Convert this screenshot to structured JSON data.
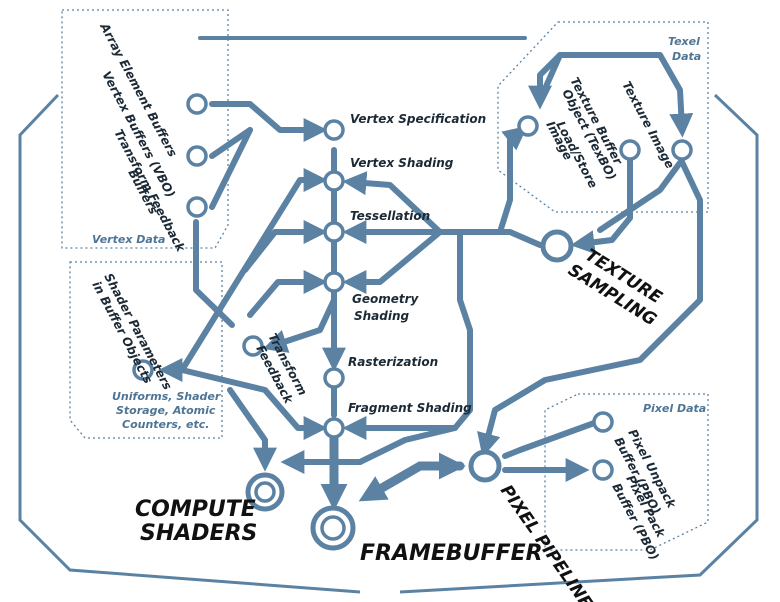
{
  "groups": {
    "vertex_data": "Vertex Data",
    "texel_data_line1": "Texel",
    "texel_data_line2": "Data",
    "pixel_data": "Pixel Data"
  },
  "buffers": {
    "array_element": "Array Element Buffers",
    "vertex_vbo": "Vertex Buffers (VBO)",
    "transform_feedback_l1": "Transform Feedback",
    "transform_feedback_l2": "Buffers",
    "shader_params_l1": "Shader Parameters",
    "shader_params_l2": "in Buffer Objects",
    "texture_buffer_l1": "Texture Buffer",
    "texture_buffer_l2": "Object (TexBO)",
    "texture_image": "Texture Image",
    "image_ls_l1": "Image",
    "image_ls_l2": "Load/Store",
    "pixel_unpack_l1": "Pixel Unpack",
    "pixel_unpack_l2": "Buffer (PBO)",
    "pixel_pack_l1": "Pixel Pack",
    "pixel_pack_l2": "Buffer (PBO)"
  },
  "stages": {
    "vertex_specification": "Vertex Specification",
    "vertex_shading": "Vertex Shading",
    "tessellation": "Tessellation",
    "geometry_l1": "Geometry",
    "geometry_l2": "Shading",
    "rasterization": "Rasterization",
    "fragment_shading": "Fragment Shading",
    "transform_feedback_l1": "Transform",
    "transform_feedback_l2": "Feedback"
  },
  "uniforms": {
    "l1": "Uniforms, Shader",
    "l2": "Storage, Atomic",
    "l3": "Counters, etc."
  },
  "major": {
    "texture_l1": "Texture",
    "texture_l2": "Sampling",
    "compute_l1": "Compute",
    "compute_l2": "Shaders",
    "framebuffer": "Framebuffer",
    "pixel_pipeline": "Pixel Pipeline"
  },
  "colors": {
    "line": "#5b82a3",
    "text": "#1c2a36",
    "accent": "#4e7596"
  }
}
